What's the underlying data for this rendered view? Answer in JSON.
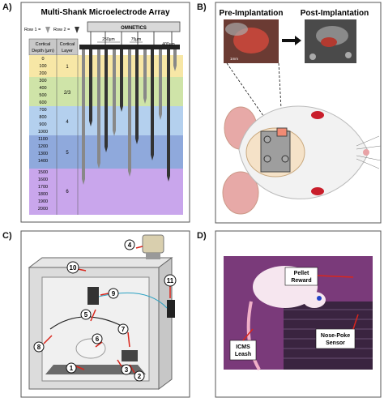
{
  "panels": {
    "a": {
      "letter": "A)"
    },
    "b": {
      "letter": "B)"
    },
    "c": {
      "letter": "C)"
    },
    "d": {
      "letter": "D)"
    }
  },
  "array": {
    "title": "Multi-Shank Microelectrode Array",
    "row1": "Row 1 =",
    "row2": "Row 2 =",
    "brand": "OMNETICS",
    "spacing_250": "250μm",
    "spacing_75": "75μm",
    "spacing_400": "400μm",
    "col_depth": [
      "Cortical",
      "Depth (μm)"
    ],
    "col_layer": [
      "Cortical",
      "Layer"
    ],
    "depths": [
      "0",
      "100",
      "200",
      "300",
      "400",
      "500",
      "600",
      "700",
      "800",
      "900",
      "1000",
      "1100",
      "1200",
      "1300",
      "1400",
      "1500",
      "1600",
      "1700",
      "1800",
      "1900",
      "2000"
    ],
    "layers": [
      "1",
      "2/3",
      "4",
      "5",
      "6"
    ],
    "layer_colors": [
      "#f7e7a6",
      "#cfe4a8",
      "#b4d0ee",
      "#8fa9dc",
      "#c9a6ec"
    ]
  },
  "implant": {
    "pre": "Pre-Implantation",
    "post": "Post-Implantation",
    "scale": "1mm"
  },
  "chamber": {
    "callouts": [
      "1",
      "2",
      "3",
      "4",
      "5",
      "6",
      "7",
      "8",
      "9",
      "10",
      "11"
    ]
  },
  "photo": {
    "pellet": [
      "Pellet",
      "Reward"
    ],
    "icms": [
      "ICMS",
      "Leash"
    ],
    "nose": [
      "Nose-Poke",
      "Sensor"
    ]
  },
  "colors": {
    "arrow_red": "#d9261c",
    "frame_gray": "#555555"
  }
}
